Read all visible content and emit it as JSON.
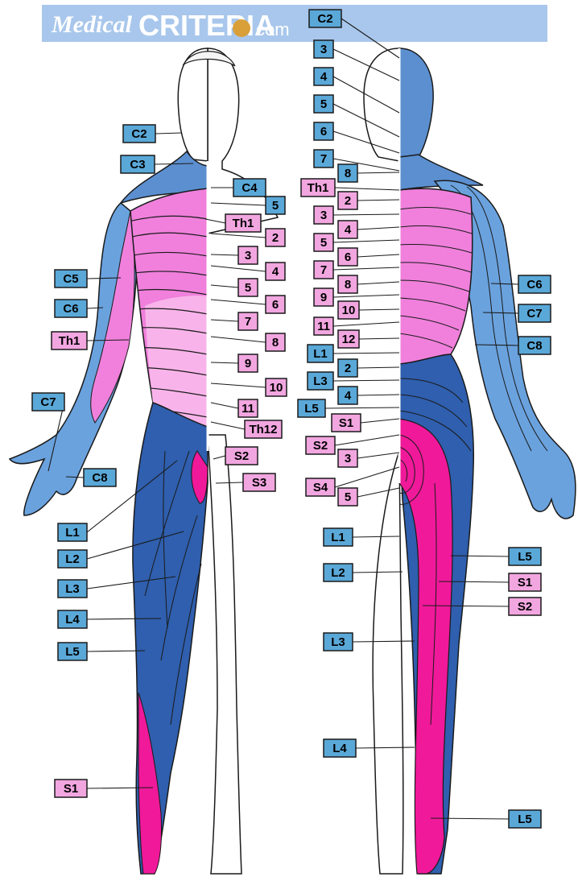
{
  "banner": {
    "brand_script": "Medical",
    "brand_main": "CRITERIA",
    "brand_tld": "com"
  },
  "colors": {
    "cervical_blue": "#5b8fd0",
    "arm_blue": "#6aa2de",
    "lumbar_blue": "#2f5fae",
    "thoracic_pink": "#f080dc",
    "thoracic_light": "#f8b4ea",
    "sacral_magenta": "#f0199a",
    "label_blue": "#5aa8d8",
    "label_pink": "#f2a6e0",
    "outline": "#1a1a1a",
    "banner_bg": "#a9c7ec"
  },
  "labels": [
    {
      "id": "fC2",
      "text": "C2",
      "kind": "blue"
    },
    {
      "id": "fC3",
      "text": "C3",
      "kind": "blue"
    },
    {
      "id": "fC4",
      "text": "C4",
      "kind": "blue"
    },
    {
      "id": "f5a",
      "text": "5",
      "kind": "blue"
    },
    {
      "id": "fTh1",
      "text": "Th1",
      "kind": "pink"
    },
    {
      "id": "f2",
      "text": "2",
      "kind": "pink"
    },
    {
      "id": "f3",
      "text": "3",
      "kind": "pink"
    },
    {
      "id": "f4",
      "text": "4",
      "kind": "pink"
    },
    {
      "id": "f5",
      "text": "5",
      "kind": "pink"
    },
    {
      "id": "f6",
      "text": "6",
      "kind": "pink"
    },
    {
      "id": "f7",
      "text": "7",
      "kind": "pink"
    },
    {
      "id": "f8",
      "text": "8",
      "kind": "pink"
    },
    {
      "id": "f9",
      "text": "9",
      "kind": "pink"
    },
    {
      "id": "f10",
      "text": "10",
      "kind": "pink"
    },
    {
      "id": "f11",
      "text": "11",
      "kind": "pink"
    },
    {
      "id": "fTh12",
      "text": "Th12",
      "kind": "pink"
    },
    {
      "id": "fC5",
      "text": "C5",
      "kind": "blue"
    },
    {
      "id": "fC6",
      "text": "C6",
      "kind": "blue"
    },
    {
      "id": "fTh1b",
      "text": "Th1",
      "kind": "pink"
    },
    {
      "id": "fC7",
      "text": "C7",
      "kind": "blue"
    },
    {
      "id": "fC8",
      "text": "C8",
      "kind": "blue"
    },
    {
      "id": "fS2",
      "text": "S2",
      "kind": "pink"
    },
    {
      "id": "fS3",
      "text": "S3",
      "kind": "pink"
    },
    {
      "id": "fL1",
      "text": "L1",
      "kind": "blue"
    },
    {
      "id": "fL2",
      "text": "L2",
      "kind": "blue"
    },
    {
      "id": "fL3",
      "text": "L3",
      "kind": "blue"
    },
    {
      "id": "fL4",
      "text": "L4",
      "kind": "blue"
    },
    {
      "id": "fL5",
      "text": "L5",
      "kind": "blue"
    },
    {
      "id": "fS1",
      "text": "S1",
      "kind": "pink"
    },
    {
      "id": "bC2",
      "text": "C2",
      "kind": "blue"
    },
    {
      "id": "b3",
      "text": "3",
      "kind": "blue"
    },
    {
      "id": "b4",
      "text": "4",
      "kind": "blue"
    },
    {
      "id": "b5",
      "text": "5",
      "kind": "blue"
    },
    {
      "id": "b6",
      "text": "6",
      "kind": "blue"
    },
    {
      "id": "b7",
      "text": "7",
      "kind": "blue"
    },
    {
      "id": "b8",
      "text": "8",
      "kind": "blue"
    },
    {
      "id": "bTh1",
      "text": "Th1",
      "kind": "pink"
    },
    {
      "id": "b2",
      "text": "2",
      "kind": "pink"
    },
    {
      "id": "b3p",
      "text": "3",
      "kind": "pink"
    },
    {
      "id": "b4p",
      "text": "4",
      "kind": "pink"
    },
    {
      "id": "b5p",
      "text": "5",
      "kind": "pink"
    },
    {
      "id": "b6p",
      "text": "6",
      "kind": "pink"
    },
    {
      "id": "b7p",
      "text": "7",
      "kind": "pink"
    },
    {
      "id": "b8p",
      "text": "8",
      "kind": "pink"
    },
    {
      "id": "b9p",
      "text": "9",
      "kind": "pink"
    },
    {
      "id": "b10p",
      "text": "10",
      "kind": "pink"
    },
    {
      "id": "b11p",
      "text": "11",
      "kind": "pink"
    },
    {
      "id": "b12p",
      "text": "12",
      "kind": "pink"
    },
    {
      "id": "bL1",
      "text": "L1",
      "kind": "blue"
    },
    {
      "id": "b2L",
      "text": "2",
      "kind": "blue"
    },
    {
      "id": "bL3",
      "text": "L3",
      "kind": "blue"
    },
    {
      "id": "b4L",
      "text": "4",
      "kind": "blue"
    },
    {
      "id": "bL5",
      "text": "L5",
      "kind": "blue"
    },
    {
      "id": "bS1",
      "text": "S1",
      "kind": "pink"
    },
    {
      "id": "bS2",
      "text": "S2",
      "kind": "pink"
    },
    {
      "id": "b3S",
      "text": "3",
      "kind": "pink"
    },
    {
      "id": "bS4",
      "text": "S4",
      "kind": "pink"
    },
    {
      "id": "b5S",
      "text": "5",
      "kind": "pink"
    },
    {
      "id": "bC6",
      "text": "C6",
      "kind": "blue"
    },
    {
      "id": "bC7",
      "text": "C7",
      "kind": "blue"
    },
    {
      "id": "bC8",
      "text": "C8",
      "kind": "blue"
    },
    {
      "id": "bL1b",
      "text": "L1",
      "kind": "blue"
    },
    {
      "id": "bL2b",
      "text": "L2",
      "kind": "blue"
    },
    {
      "id": "bL5b",
      "text": "L5",
      "kind": "blue"
    },
    {
      "id": "bS1b",
      "text": "S1",
      "kind": "pink"
    },
    {
      "id": "bS2b",
      "text": "S2",
      "kind": "pink"
    },
    {
      "id": "bL3b",
      "text": "L3",
      "kind": "blue"
    },
    {
      "id": "bL4b",
      "text": "L4",
      "kind": "blue"
    },
    {
      "id": "bL5c",
      "text": "L5",
      "kind": "blue"
    }
  ]
}
